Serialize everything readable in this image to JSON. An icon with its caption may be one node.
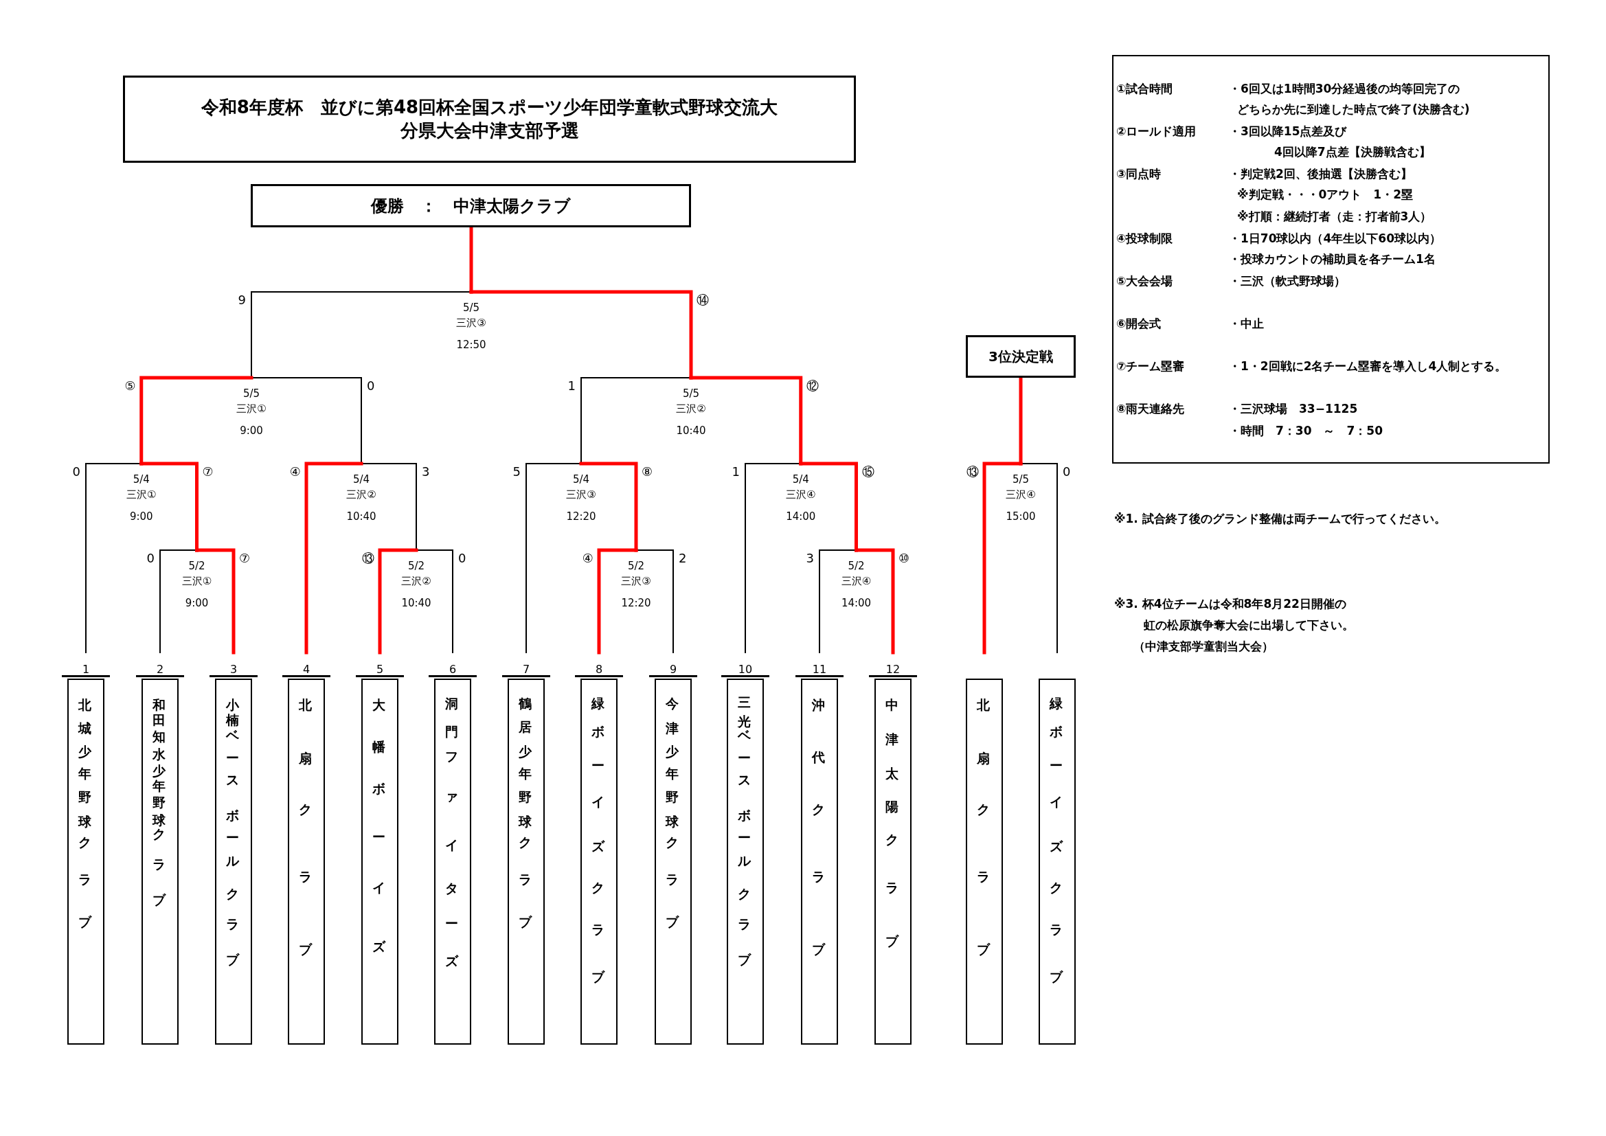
{
  "diagram": {
    "title": "令和8年度杯　並びに第48回杯全国スポーツ少年団学童軟式野球交流大分県大会中津支部予選",
    "nodes": [
      {
        "text": [
          "優勝　：　中津太陽クラブ"
        ]
      },
      {
        "text": [
          "5/5",
          "三沢③",
          "12:50"
        ]
      },
      {
        "text": [
          "5/5",
          "三沢①",
          "9:00"
        ]
      },
      {
        "text": [
          "5/5",
          "三沢②",
          "10:40"
        ]
      },
      {
        "text": [
          "3位決定戦"
        ]
      },
      {
        "text": [
          "5/4",
          "三沢①",
          "9:00"
        ]
      },
      {
        "text": [
          "5/4",
          "三沢②",
          "10:40"
        ]
      },
      {
        "text": [
          "5/4",
          "三沢③",
          "12:20"
        ]
      },
      {
        "text": [
          "5/4",
          "三沢④",
          "14:00"
        ]
      },
      {
        "text": [
          "5/5",
          "三沢④",
          "15:00"
        ]
      },
      {
        "text": [
          "5/2",
          "三沢①",
          "9:00"
        ]
      },
      {
        "text": [
          "5/2",
          "三沢②",
          "10:40"
        ]
      },
      {
        "text": [
          "5/2",
          "三沢③",
          "12:20"
        ]
      },
      {
        "text": [
          "5/2",
          "三沢④",
          "14:00"
        ]
      },
      {
        "text": [
          "北城少年野球クラブ"
        ],
        "beside": [
          "1"
        ]
      },
      {
        "text": [
          "和田知水少年野球クラブ"
        ],
        "beside": [
          "2"
        ]
      },
      {
        "text": [
          "小楠ベースボールクラブ"
        ],
        "beside": [
          "3"
        ]
      },
      {
        "text": [
          "北扇クラブ"
        ],
        "beside": [
          "4"
        ]
      },
      {
        "text": [
          "大幡ボーイズ"
        ],
        "beside": [
          "5"
        ]
      },
      {
        "text": [
          "洞門ファイターズ"
        ],
        "beside": [
          "6"
        ]
      },
      {
        "text": [
          "鶴居少年野球クラブ"
        ],
        "beside": [
          "7"
        ]
      },
      {
        "text": [
          "緑ボーイズクラブ"
        ],
        "beside": [
          "8"
        ]
      },
      {
        "text": [
          "今津少年野球クラブ"
        ],
        "beside": [
          "9"
        ]
      },
      {
        "text": [
          "三光ベースボールクラブ"
        ],
        "beside": [
          "10"
        ]
      },
      {
        "text": [
          "沖代クラブ"
        ],
        "beside": [
          "11"
        ]
      },
      {
        "text": [
          "中津太陽クラブ"
        ],
        "beside": [
          "12"
        ]
      },
      {
        "text": [
          "北扇クラブ"
        ]
      },
      {
        "text": [
          "緑ボーイズクラブ"
        ]
      }
    ],
    "edges": [
      {
        "from": 1,
        "to": 0,
        "arrow": "none"
      },
      {
        "from": 2,
        "to": 1,
        "arrow": "none",
        "label": "9",
        "color": "#000000"
      },
      {
        "from": 3,
        "to": 1,
        "arrow": "none",
        "label": "⑭"
      },
      {
        "from": 5,
        "to": 2,
        "arrow": "none",
        "label": "⑤"
      },
      {
        "from": 6,
        "to": 2,
        "arrow": "none",
        "label": "0",
        "color": "#000000"
      },
      {
        "from": 7,
        "to": 3,
        "arrow": "none",
        "label": "1",
        "color": "#000000"
      },
      {
        "from": 8,
        "to": 3,
        "arrow": "none",
        "label": "⑫"
      },
      {
        "from": 9,
        "to": 4,
        "arrow": "none"
      },
      {
        "from": 14,
        "to": 5,
        "arrow": "none",
        "label": "0",
        "color": "#000000"
      },
      {
        "from": 10,
        "to": 5,
        "arrow": "none",
        "label": "⑦"
      },
      {
        "from": 17,
        "to": 6,
        "arrow": "none",
        "label": "④"
      },
      {
        "from": 11,
        "to": 6,
        "arrow": "none",
        "label": "3",
        "color": "#000000"
      },
      {
        "from": 20,
        "to": 7,
        "arrow": "none",
        "label": "5",
        "color": "#000000"
      },
      {
        "from": 12,
        "to": 7,
        "arrow": "none",
        "label": "⑧"
      },
      {
        "from": 23,
        "to": 8,
        "arrow": "none",
        "label": "1",
        "color": "#000000"
      },
      {
        "from": 13,
        "to": 8,
        "arrow": "none",
        "label": "⑮"
      },
      {
        "from": 26,
        "to": 9,
        "arrow": "none",
        "label": "⑬"
      },
      {
        "from": 27,
        "to": 9,
        "arrow": "none",
        "label": "0",
        "color": "#000000"
      },
      {
        "from": 15,
        "to": 10,
        "arrow": "none",
        "label": "0",
        "color": "#000000"
      },
      {
        "from": 16,
        "to": 10,
        "arrow": "none",
        "label": "⑦"
      },
      {
        "from": 18,
        "to": 11,
        "arrow": "none",
        "label": "⑬"
      },
      {
        "from": 19,
        "to": 11,
        "arrow": "none",
        "label": "0",
        "color": "#000000"
      },
      {
        "from": 21,
        "to": 12,
        "arrow": "none",
        "label": "④"
      },
      {
        "from": 22,
        "to": 12,
        "arrow": "none",
        "label": "2",
        "color": "#000000"
      },
      {
        "from": 24,
        "to": 13,
        "arrow": "none",
        "label": "3",
        "color": "#000000"
      },
      {
        "from": 25,
        "to": 13,
        "arrow": "none",
        "label": "⑩"
      }
    ],
    "labels": [
      "①試合時間",
      "・6回又は1時間30分経過後の均等回完了の",
      "どちらか先に到達した時点で終了(決勝含む)",
      "②ロールド適用",
      "・3回以降15点差及び",
      "4回以降7点差【決勝戦含む】",
      "③同点時",
      "・判定戦2回、後抽選【決勝含む】",
      "※判定戦・・・0アウト　1・2塁",
      "※打順：継続打者（走：打者前3人）",
      "④投球制限",
      "・1日70球以内（4年生以下60球以内）",
      "・投球カウントの補助員を各チーム1名",
      "⑤大会会場",
      "・三沢（軟式野球場）",
      "⑥開会式",
      "・中止",
      "⑦チーム塁審",
      "・1・2回戦に2名チーム塁審を導入し4人制とする。",
      "⑧雨天連絡先",
      "・三沢球場　33−1125",
      "・時間　7：30　～　7：50",
      "※1. 試合終了後のグランド整備は両チームで行ってください。",
      "※3. 杯4位チームは令和8年8月22日開催の",
      "虹の松原旗争奪大会に出場して下さい。",
      "（中津支部学童割当大会）"
    ]
  }
}
